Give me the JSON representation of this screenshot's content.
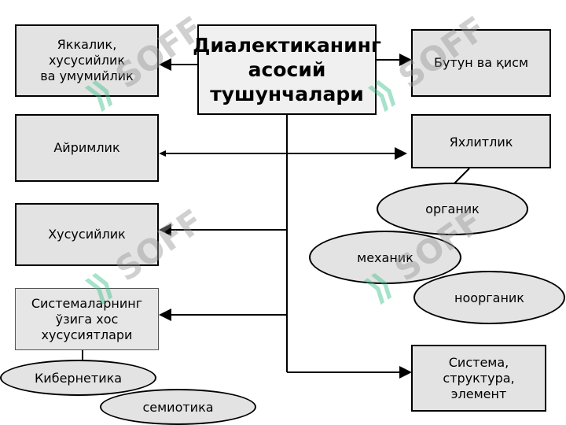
{
  "title": "Диалектиканинг\nасосий\nтушунчалари",
  "left_boxes": [
    "Яккалик,\nхусусийлик\nва умумийлик",
    "Айримлик",
    "Хусусийлик",
    "Системаларнинг\nўзига хос\nхусусиятлари"
  ],
  "right_boxes": [
    "Бутун ва қисм",
    "Яхлитлик",
    "Система,\nструктура,\nэлемент"
  ],
  "ellipses": {
    "organik": "органик",
    "mexanik": "механик",
    "noorganik": "ноорганик",
    "kibernetika": "Кибернетика",
    "semiotika": "семиотика"
  },
  "watermark": "SOFF"
}
